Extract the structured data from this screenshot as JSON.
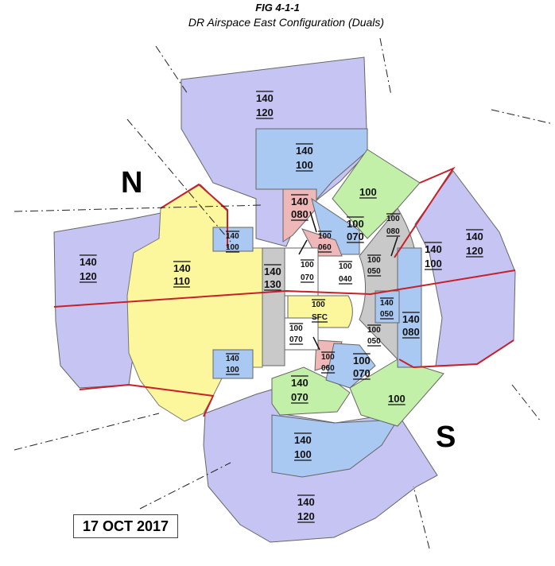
{
  "figure_number": "FIG 4-1-1",
  "figure_title": "DR Airspace East Configuration (Duals)",
  "date_stamp": "17 OCT 2017",
  "compass": {
    "north": "N",
    "south": "S"
  },
  "colors": {
    "purple": "#c5c4f2",
    "blue": "#a9c8f2",
    "green": "#c3f0a8",
    "pink": "#eeb7b8",
    "yellow": "#fcf69c",
    "gray": "#c9c9c9",
    "boundary": "#c8202a"
  },
  "areas": [
    {
      "id": "nw-purple",
      "top": "140",
      "bottom": "120"
    },
    {
      "id": "north-blue",
      "top": "140",
      "bottom": "100"
    },
    {
      "id": "ne-green",
      "top": "",
      "bottom": "100"
    },
    {
      "id": "north-pink",
      "top": "140",
      "bottom": "080"
    },
    {
      "id": "ne-gray",
      "top": "100",
      "bottom": "080"
    },
    {
      "id": "east-purple",
      "top": "140",
      "bottom": "120"
    },
    {
      "id": "east-gray",
      "top": "140",
      "bottom": "100"
    },
    {
      "id": "nw-blue-tab",
      "top": "140",
      "bottom": "100"
    },
    {
      "id": "inner-ne-blue",
      "top": "100",
      "bottom": "070"
    },
    {
      "id": "inner-ne-pink",
      "top": "100",
      "bottom": "060"
    },
    {
      "id": "west-purple",
      "top": "140",
      "bottom": "120"
    },
    {
      "id": "west-yellow",
      "top": "140",
      "bottom": "110"
    },
    {
      "id": "west-gray",
      "top": "140",
      "bottom": "130"
    },
    {
      "id": "center-north",
      "top": "100",
      "bottom": "070"
    },
    {
      "id": "center-east",
      "top": "100",
      "bottom": "040"
    },
    {
      "id": "inner-east-gray",
      "top": "100",
      "bottom": "050"
    },
    {
      "id": "center-yellow",
      "top": "100",
      "bottom": "SFC"
    },
    {
      "id": "east-blue",
      "top": "140",
      "bottom": "050"
    },
    {
      "id": "east-blue-2",
      "top": "140",
      "bottom": "080"
    },
    {
      "id": "center-south",
      "top": "100",
      "bottom": "070"
    },
    {
      "id": "inner-se-gray",
      "top": "100",
      "bottom": "050"
    },
    {
      "id": "inner-se-pink",
      "top": "100",
      "bottom": "060"
    },
    {
      "id": "inner-se-blue",
      "top": "100",
      "bottom": "070"
    },
    {
      "id": "sw-blue-tab",
      "top": "140",
      "bottom": "100"
    },
    {
      "id": "south-green",
      "top": "140",
      "bottom": "070"
    },
    {
      "id": "se-green",
      "top": "",
      "bottom": "100"
    },
    {
      "id": "south-blue",
      "top": "140",
      "bottom": "100"
    },
    {
      "id": "south-purple",
      "top": "140",
      "bottom": "120"
    }
  ]
}
